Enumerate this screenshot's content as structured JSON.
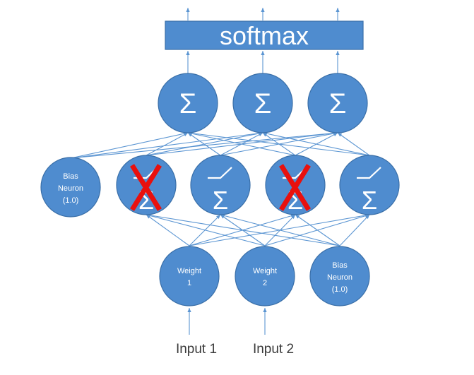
{
  "softmax": {
    "label": "softmax"
  },
  "output_neurons": [
    {
      "symbol": "Σ"
    },
    {
      "symbol": "Σ"
    },
    {
      "symbol": "Σ"
    }
  ],
  "hidden_layer": {
    "bias": {
      "lines": [
        "Bias",
        "Neuron",
        "(1.0)"
      ]
    },
    "neurons": [
      {
        "symbol": "Σ",
        "dropped": true
      },
      {
        "symbol": "Σ",
        "dropped": false
      },
      {
        "symbol": "Σ",
        "dropped": true
      },
      {
        "symbol": "Σ",
        "dropped": false
      }
    ]
  },
  "input_layer": {
    "weights": [
      {
        "lines": [
          "Weight",
          "1"
        ]
      },
      {
        "lines": [
          "Weight",
          "2"
        ]
      }
    ],
    "bias": {
      "lines": [
        "Bias",
        "Neuron",
        "(1.0)"
      ]
    }
  },
  "inputs": [
    {
      "label": "Input 1"
    },
    {
      "label": "Input 2"
    }
  ],
  "colors": {
    "node_fill": "#4f8ccf",
    "node_stroke": "#3a6fa8",
    "edge": "#5b95d2",
    "dropout_x": "#e8100e"
  }
}
